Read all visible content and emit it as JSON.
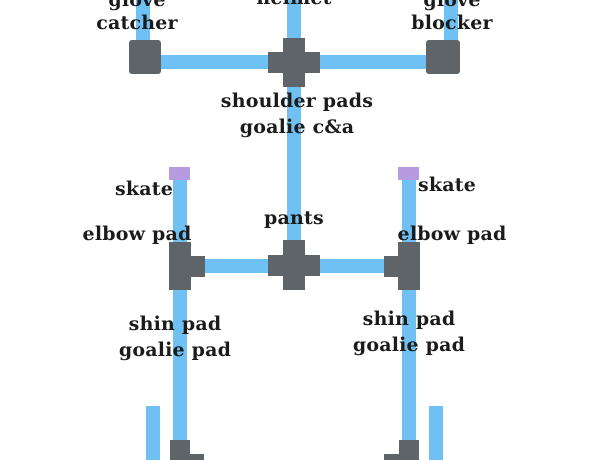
{
  "colors": {
    "pipe": "#6ec1f2",
    "fitting": "#5f6468",
    "cap": "#b79be0",
    "text": "#1b1b1b"
  },
  "labels": {
    "helmet": "helmet",
    "glove_catcher_line1": "glove",
    "glove_catcher_line2": "catcher",
    "glove_blocker_line1": "glove",
    "glove_blocker_line2": "blocker",
    "shoulder_pads_line1": "shoulder pads",
    "shoulder_pads_line2": "goalie c&a",
    "skate_left": "skate",
    "skate_right": "skate",
    "elbow_pad_left": "elbow pad",
    "elbow_pad_right": "elbow pad",
    "pants": "pants",
    "shin_pad_left_line1": "shin pad",
    "shin_pad_left_line2": "goalie pad",
    "shin_pad_right_line1": "shin pad",
    "shin_pad_right_line2": "goalie pad"
  }
}
